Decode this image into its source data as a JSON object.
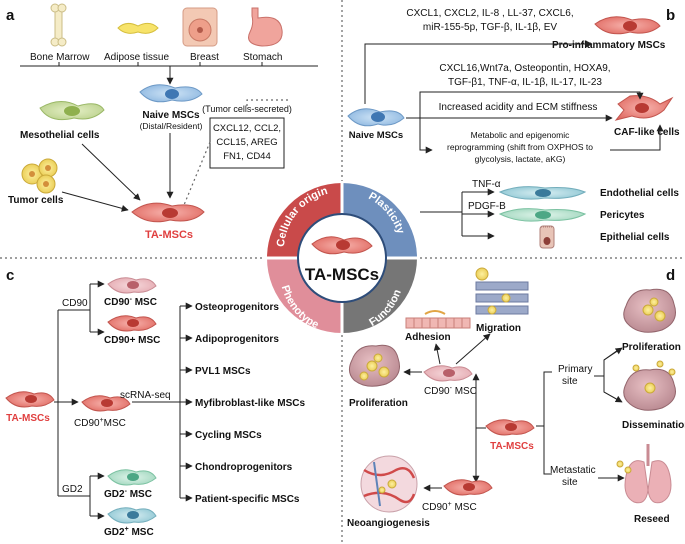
{
  "center": {
    "title": "TA-MSCs",
    "quadrants": [
      "Cellular origin",
      "Plasticity",
      "Phenotype",
      "Function"
    ]
  },
  "colors": {
    "red": "#e05a5a",
    "blue": "#5b7fb0",
    "pink": "#d87a8a",
    "gray": "#6f6f6f",
    "title_red": "#e04040"
  },
  "panel_a": {
    "letter": "a",
    "tissues": [
      "Bone Marrow",
      "Adipose tissue",
      "Breast",
      "Stomach"
    ],
    "naive_title": "Naive MSCs",
    "naive_sub": "(Distal/Resident)",
    "mesothelial": "Mesothelial cells",
    "tumor": "Tumor cells",
    "secreted_title": "(Tumor cells-secreted)",
    "factors": [
      "CXCL12, CCL2,",
      "CCL15, AREG",
      "FN1, CD44"
    ],
    "result": "TA-MSCs"
  },
  "panel_b": {
    "letter": "b",
    "naive": "Naive MSCs",
    "pro_factors": [
      "CXCL1, CXCL2, IL-8 , LL-37, CXCL6,",
      "miR-155-5p, TGF-β, IL-1β, EV"
    ],
    "pro_label": "Pro-inflammatory MSCs",
    "caf_factors": [
      "CXCL16,Wnt7a, Osteopontin, HOXA9,",
      "TGF-β1, TNF-α, IL-1β, IL-17, IL-23"
    ],
    "acidity": "Increased acidity and ECM stiffness",
    "metabolic": [
      "Metabolic and epigenomic",
      "reprogramming (shift from OXPHOS to",
      "glycolysis, lactate, aKG)"
    ],
    "caf_label": "CAF-like cells",
    "tnf": "TNF-α",
    "pdgf": "PDGF-B",
    "endothelial": "Endothelial cells",
    "pericytes": "Pericytes",
    "epithelial": "Epithelial cells"
  },
  "panel_c": {
    "letter": "c",
    "root": "TA-MSCs",
    "cd90": "CD90",
    "cd90neg": "CD90",
    "cd90neg_sup": "-",
    "cd90pos": "CD90+ MSC",
    "msc": "MSC",
    "mid_left": "CD90",
    "mid_sup": "+",
    "mid_msc": "MSC",
    "scrna": "scRNA-seq",
    "gd2": "GD2",
    "gd2neg": "GD2",
    "gd2neg_sup": "-",
    "gd2pos": "GD2",
    "gd2pos_sup": "+",
    "subtypes": [
      "Osteoprogenitors",
      "Adipoprogenitors",
      "PVL1 MSCs",
      "Myfibroblast-like MSCs",
      "Cycling MSCs",
      "Chondroprogenitors",
      "Patient-specific MSCs"
    ]
  },
  "panel_d": {
    "letter": "d",
    "adhesion": "Adhesion",
    "migration": "Migration",
    "proliferation_left": "Proliferation",
    "cd90neg": "CD90",
    "cd90neg_sup": "-",
    "cd90neg_msc": "MSC",
    "tamscs": "TA-MSCs",
    "cd90pos": "CD90",
    "cd90pos_sup": "+",
    "cd90pos_msc": "MSC",
    "neoangio": "Neoangiogenesis",
    "primary": [
      "Primary",
      "site"
    ],
    "metastatic": [
      "Metastatic",
      "site"
    ],
    "proliferation_right": "Proliferation",
    "dissemination": "Dissemination",
    "reseed": "Reseed"
  }
}
